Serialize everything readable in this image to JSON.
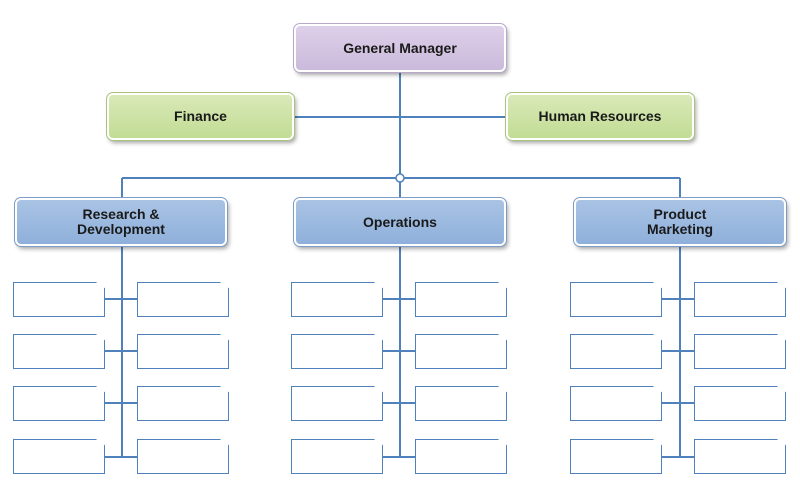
{
  "diagram": {
    "top": {
      "label": "General Manager"
    },
    "staff": [
      {
        "label": "Finance"
      },
      {
        "label": "Human Resources"
      }
    ],
    "departments": [
      {
        "label": "Research &\nDevelopment",
        "sub_boxes": 8
      },
      {
        "label": "Operations",
        "sub_boxes": 8
      },
      {
        "label": "Product\nMarketing",
        "sub_boxes": 8
      }
    ],
    "colors": {
      "connector": "#4f81bd",
      "top_fill": "#d3c6e3",
      "staff_fill": "#cfe3a8",
      "dept_fill": "#9cb9df",
      "sub_border": "#4f81bd"
    }
  }
}
